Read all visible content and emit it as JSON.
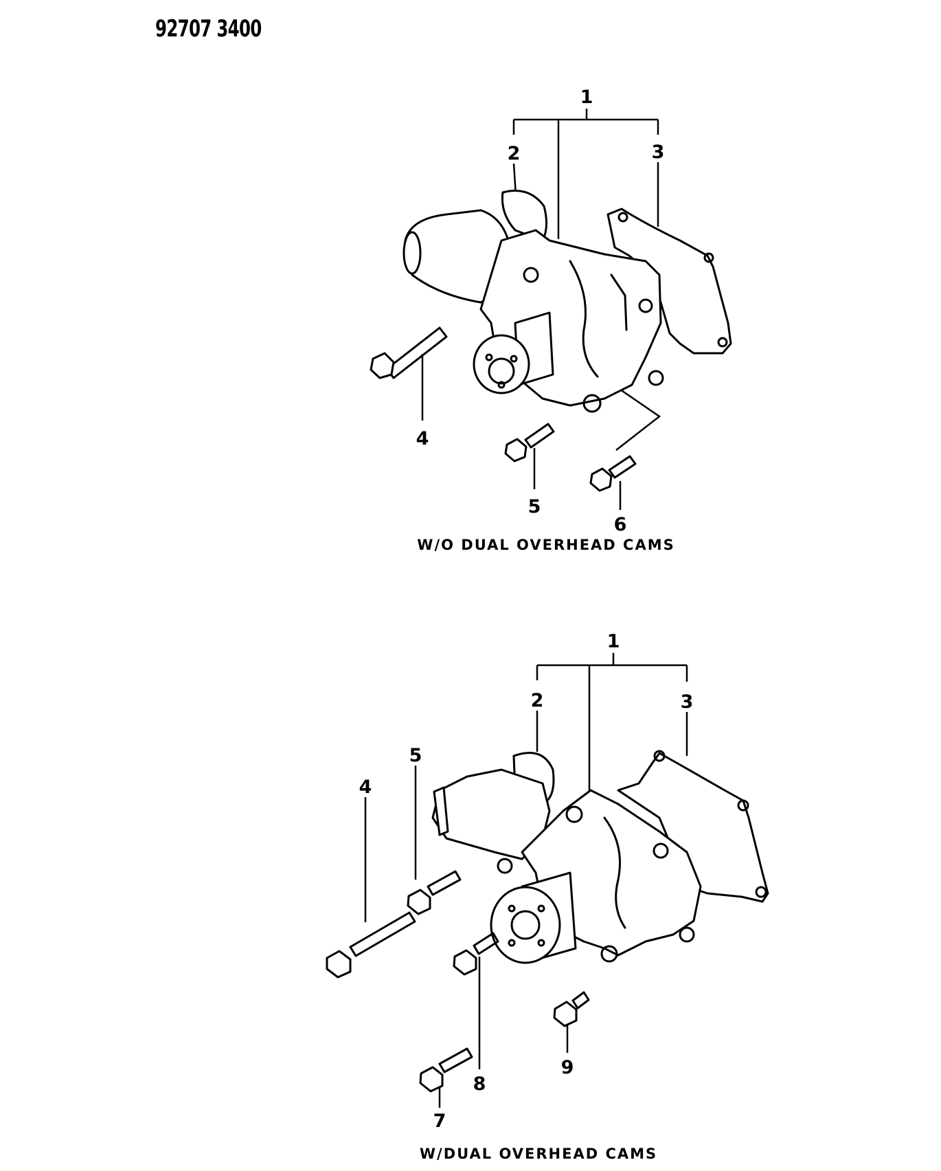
{
  "document": {
    "code": "92707 3400"
  },
  "views": [
    {
      "caption": "W/O DUAL OVERHEAD CAMS",
      "callouts": {
        "c1": "1",
        "c2": "2",
        "c3": "3",
        "c4": "4",
        "c5": "5",
        "c6": "6"
      }
    },
    {
      "caption": "W/DUAL OVERHEAD CAMS",
      "callouts": {
        "c1": "1",
        "c2": "2",
        "c3": "3",
        "c4": "4",
        "c5": "5",
        "c7": "7",
        "c8": "8",
        "c9": "9"
      }
    }
  ]
}
